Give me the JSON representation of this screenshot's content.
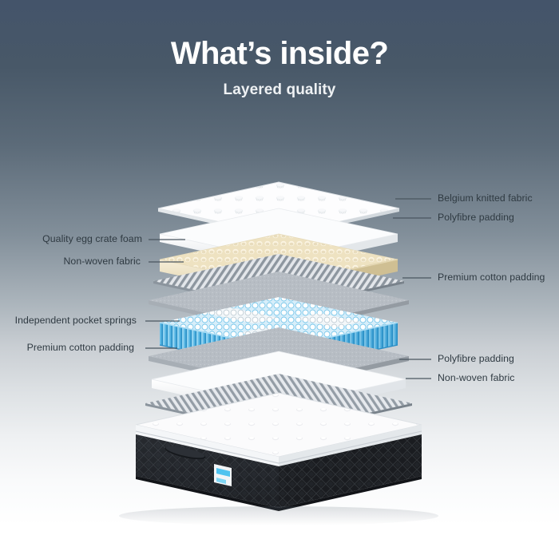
{
  "header": {
    "title": "What’s inside?",
    "subtitle": "Layered quality"
  },
  "colors": {
    "bg_top": "#44546a",
    "bg_bottom": "#ffffff",
    "title_color": "#ffffff",
    "label_color": "#2f3a42",
    "leader_line": "#4a565f",
    "spring_blue": "#3fa9e0",
    "foam_cream": "#efe3c2",
    "nonwoven_gray": "#9aa3ab",
    "cotton_gray": "#b9bfc5",
    "base_dark": "#23262b",
    "tag_blue": "#4fc3ef"
  },
  "labels": {
    "right": [
      {
        "id": "belgium-knitted-fabric",
        "text": "Belgium knitted fabric"
      },
      {
        "id": "polyfibre-padding-top",
        "text": "Polyfibre padding"
      },
      {
        "id": "premium-cotton-padding-top",
        "text": "Premium cotton padding"
      },
      {
        "id": "polyfibre-padding-bottom",
        "text": "Polyfibre padding"
      },
      {
        "id": "non-woven-fabric-bottom",
        "text": "Non-woven fabric"
      }
    ],
    "left": [
      {
        "id": "quality-egg-crate-foam",
        "text": "Quality egg crate foam"
      },
      {
        "id": "non-woven-fabric-top",
        "text": "Non-woven fabric"
      },
      {
        "id": "independent-pocket-springs",
        "text": "Independent pocket springs"
      },
      {
        "id": "premium-cotton-padding-bottom",
        "text": "Premium cotton padding"
      }
    ]
  },
  "layers": [
    {
      "id": "belgium-knitted-fabric",
      "name": "Belgium knitted fabric",
      "appearance": "white quilted dimpled panel"
    },
    {
      "id": "polyfibre-padding-top",
      "name": "Polyfibre padding",
      "appearance": "white foam slab"
    },
    {
      "id": "quality-egg-crate-foam",
      "name": "Quality egg crate foam",
      "appearance": "cream convoluted egg-crate foam"
    },
    {
      "id": "non-woven-fabric-top",
      "name": "Non-woven fabric",
      "appearance": "gray striped woven sheet"
    },
    {
      "id": "premium-cotton-padding-top",
      "name": "Premium cotton padding",
      "appearance": "flat gray felt sheet"
    },
    {
      "id": "independent-pocket-springs",
      "name": "Independent pocket springs",
      "appearance": "blue and white pocketed coil unit"
    },
    {
      "id": "premium-cotton-padding-bottom",
      "name": "Premium cotton padding",
      "appearance": "flat gray felt sheet"
    },
    {
      "id": "polyfibre-padding-bottom",
      "name": "Polyfibre padding",
      "appearance": "white foam slab"
    },
    {
      "id": "non-woven-fabric-bottom",
      "name": "Non-woven fabric",
      "appearance": "gray striped woven sheet"
    },
    {
      "id": "mattress-base",
      "name": "Assembled mattress",
      "appearance": "dark diamond-knit border with white quilted pillow top and blue brand tag"
    }
  ]
}
